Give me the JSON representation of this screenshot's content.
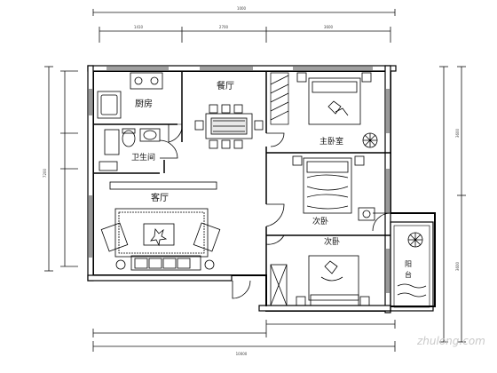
{
  "rooms": {
    "kitchen": "厨房",
    "dining": "餐厅",
    "master_bedroom": "主卧室",
    "bathroom": "卫生间",
    "living": "客厅",
    "second_bedroom": "次卧",
    "third_bedroom": "次卧",
    "balcony_line1": "阳",
    "balcony_line2": "台"
  },
  "dimensions": {
    "top_total": "1000",
    "top_a": "1410",
    "top_b": "2700",
    "top_c": "3600",
    "left_total": "7200",
    "right_a": "3600",
    "right_b": "3600",
    "bottom_total": "10000"
  },
  "watermark": "zhulong.com",
  "colors": {
    "line": "#111111",
    "wall": "#000000",
    "hatch": "#555555",
    "watermark": "#c9c9c9"
  }
}
